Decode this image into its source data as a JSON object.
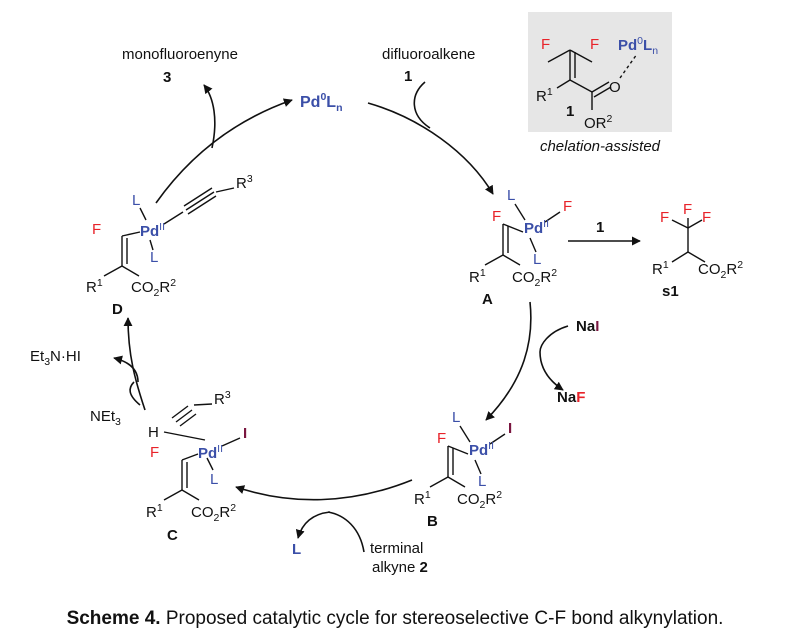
{
  "colors": {
    "fluorine": "#e8232a",
    "palladium": "#3b4fa8",
    "iodine": "#7a1640",
    "box": "#e6e6e6",
    "ink": "#111111"
  },
  "catalyst": {
    "pd": "Pd",
    "ox": "0",
    "lig": "L",
    "sub": "n"
  },
  "inputs": {
    "difluoroalkene": "difluoroalkene",
    "difluoroalkene_num": "1",
    "nai_na": "Na",
    "nai_i": "I",
    "naf_na": "Na",
    "naf_f": "F",
    "terminal": "terminal",
    "alkyne": "alkyne",
    "alkyne_num": "2",
    "net3": "NEt",
    "net3_sub": "3",
    "et3nhi_a": "Et",
    "et3nhi_sub": "3",
    "et3nhi_b": "N·HI",
    "lost_ligand": "L"
  },
  "product": {
    "name": "monofluoroenyne",
    "num": "3"
  },
  "side": {
    "reagent": "1",
    "label": "s1"
  },
  "inset": {
    "caption": "chelation-assisted",
    "num": "1"
  },
  "labels": {
    "A": "A",
    "B": "B",
    "C": "C",
    "D": "D"
  },
  "chem": {
    "F": "F",
    "L": "L",
    "I": "I",
    "R": "R",
    "one": "1",
    "two": "2",
    "three": "3",
    "co": "CO",
    "o": "O",
    "or": "OR",
    "pd": "Pd",
    "pd2": "II",
    "pd0": "0",
    "n": "n",
    "H": "H"
  },
  "caption": {
    "bold": "Scheme 4.",
    "text": " Proposed catalytic cycle for stereoselective C-F bond alkynylation."
  }
}
